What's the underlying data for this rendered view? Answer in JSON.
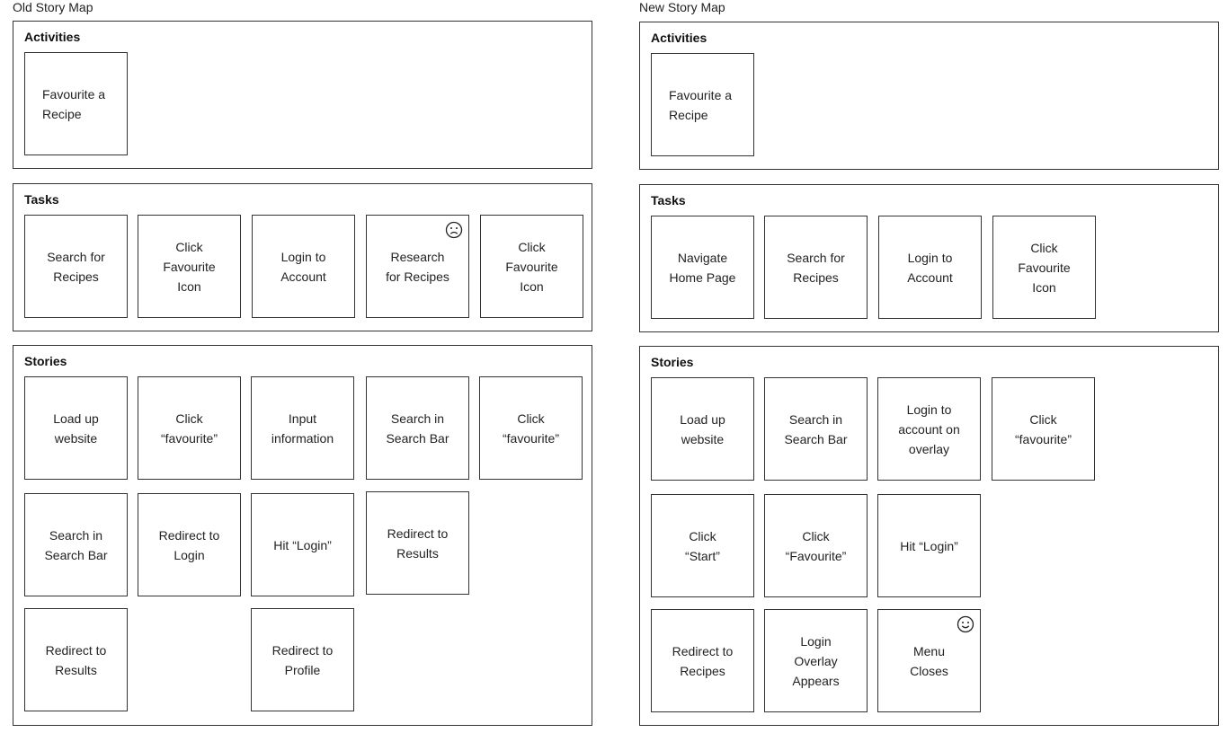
{
  "old_map": {
    "title": "Old Story Map",
    "activities": {
      "label": "Activities",
      "cards": [
        "Favourite a\nRecipe"
      ]
    },
    "tasks": {
      "label": "Tasks",
      "cards": [
        "Search for\nRecipes",
        "Click\nFavourite\nIcon",
        "Login to\nAccount",
        "Research\nfor Recipes",
        "Click\nFavourite\nIcon"
      ],
      "sad_icon": "sad-face-icon"
    },
    "stories": {
      "label": "Stories",
      "row1": [
        "Load up\nwebsite",
        "Click\n“favourite”",
        "Input\ninformation",
        "Search in\nSearch Bar",
        "Click\n“favourite”"
      ],
      "row2": [
        "Search in\nSearch Bar",
        "Redirect to\nLogin",
        "Hit “Login”",
        "Redirect to\nResults"
      ],
      "row3": [
        "Redirect to\nResults",
        "Redirect to\nProfile"
      ]
    }
  },
  "new_map": {
    "title": "New Story Map",
    "activities": {
      "label": "Activities",
      "cards": [
        "Favourite a\nRecipe"
      ]
    },
    "tasks": {
      "label": "Tasks",
      "cards": [
        "Navigate\nHome Page",
        "Search for\nRecipes",
        "Login to\nAccount",
        "Click\nFavourite\nIcon"
      ]
    },
    "stories": {
      "label": "Stories",
      "row1": [
        "Load up\nwebsite",
        "Search in\nSearch Bar",
        "Login to\naccount on\noverlay",
        "Click\n“favourite”"
      ],
      "row2": [
        "Click\n“Start”",
        "Click\n“Favourite”",
        "Hit “Login”"
      ],
      "row3": [
        "Redirect to\nRecipes",
        "Login\nOverlay\nAppears",
        "Menu\nCloses"
      ],
      "happy_icon": "happy-face-icon"
    }
  }
}
